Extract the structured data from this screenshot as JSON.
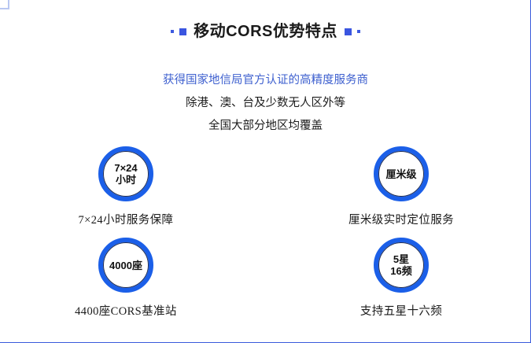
{
  "slide": {
    "title": "移动CORS优势特点",
    "accent_color": "#3a55e0",
    "ring_color": "#1b5fe8",
    "accent_text_color": "#3e60cf",
    "body_text_color": "#1c1c1c"
  },
  "decor": {
    "left_small_dot": "square-dot-icon",
    "left_large_dot": "square-accent-icon",
    "right_large_dot": "square-accent-icon",
    "right_small_dot": "square-dot-icon",
    "corner_mark": "corner-artifact-icon"
  },
  "intro": {
    "lines": [
      {
        "text": "获得国家地信局官方认证的高精度服务商",
        "style": "accent"
      },
      {
        "text": "除港、澳、台及少数无人区外等",
        "style": "plain"
      },
      {
        "text": "全国大部分地区均覆盖",
        "style": "plain"
      }
    ]
  },
  "features": [
    {
      "badge_line1": "7×24",
      "badge_line2": "小时",
      "caption": "7×24小时服务保障"
    },
    {
      "badge_line1": "厘米级",
      "badge_line2": "",
      "caption": "厘米级实时定位服务"
    },
    {
      "badge_line1": "4000座",
      "badge_line2": "",
      "caption": "4400座CORS基准站"
    },
    {
      "badge_line1": "5星",
      "badge_line2": "16频",
      "caption": "支持五星十六频"
    }
  ]
}
